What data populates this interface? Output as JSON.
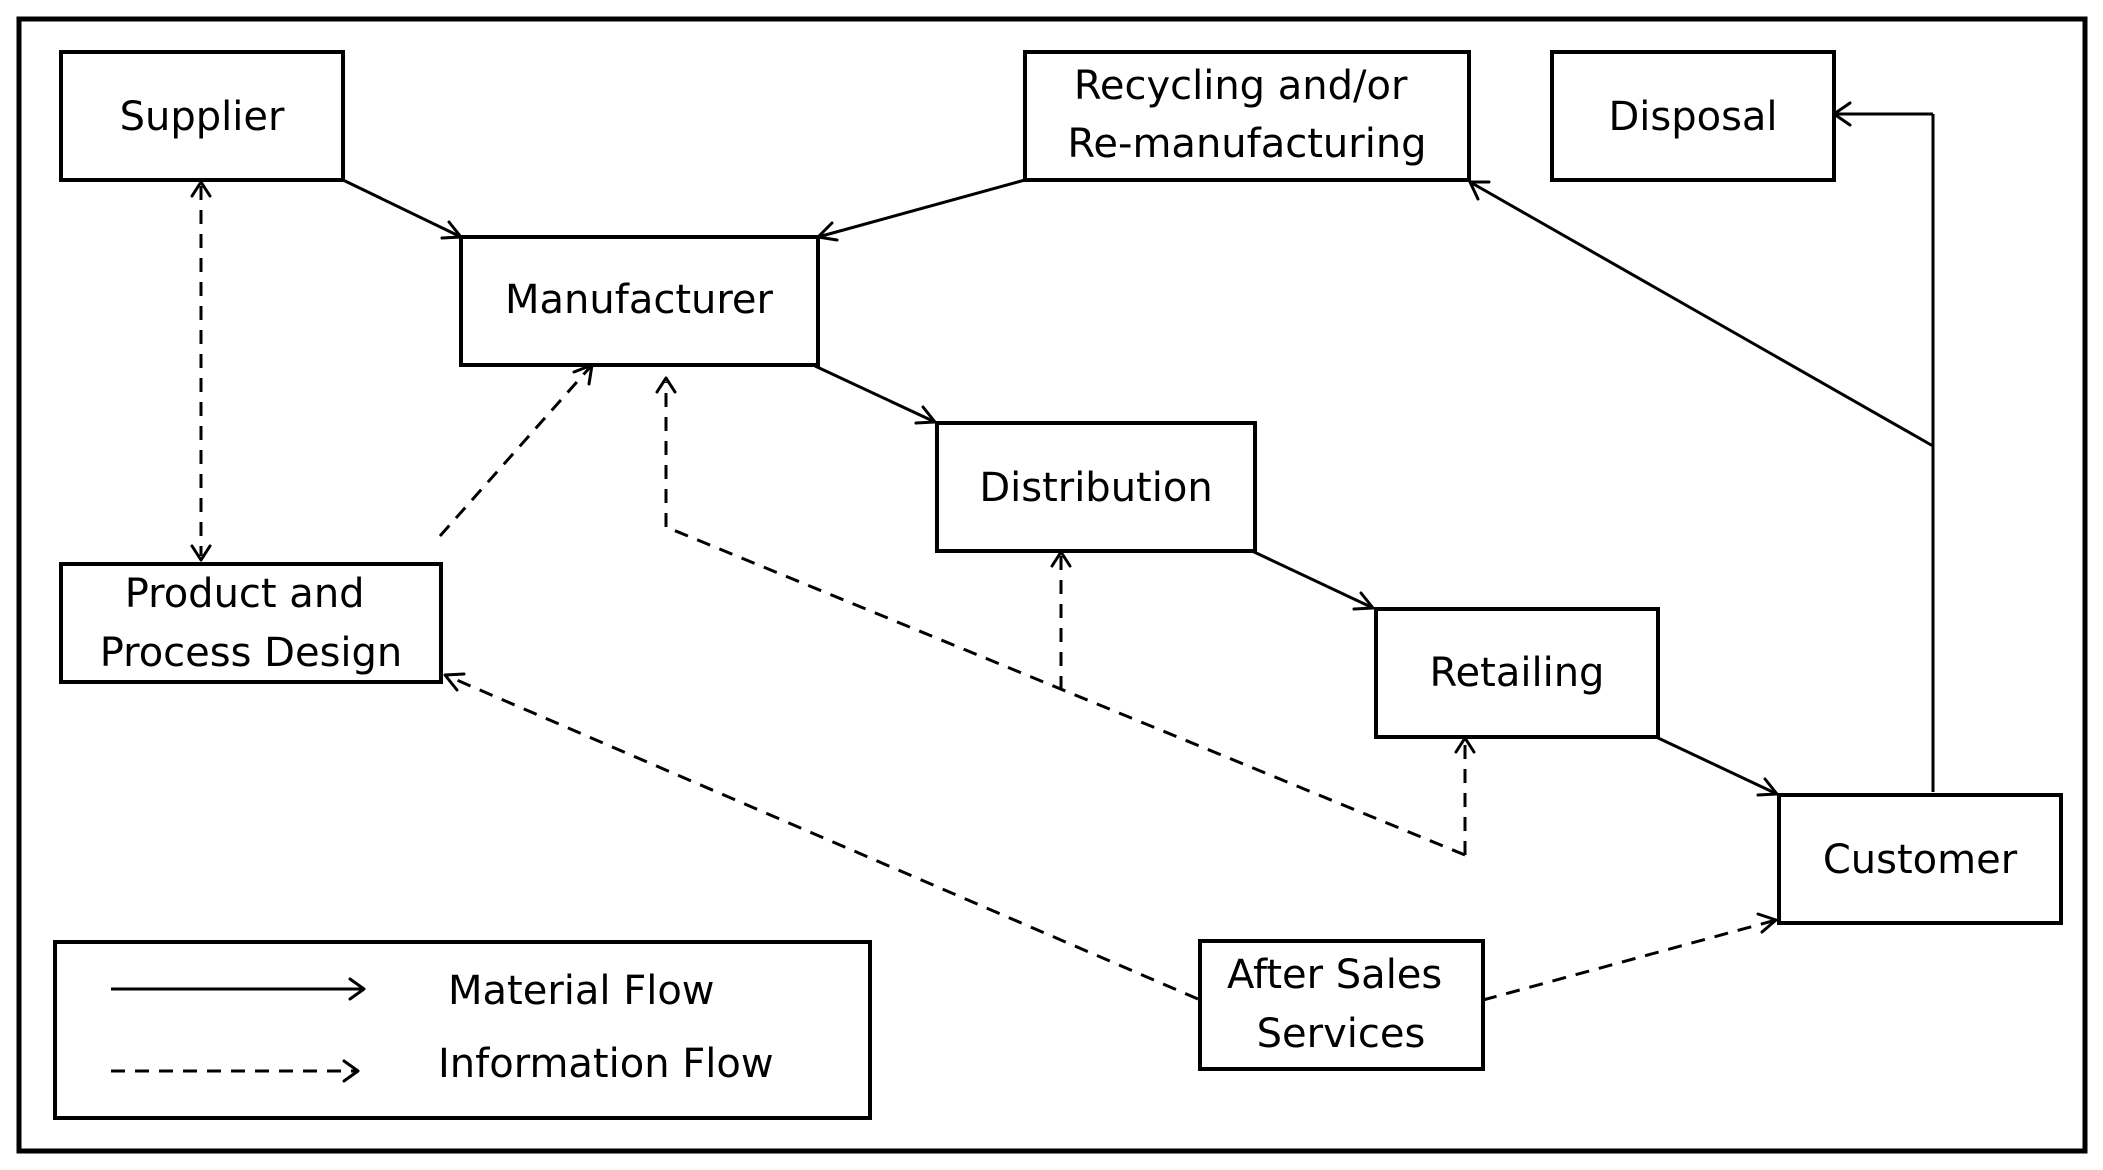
{
  "nodes": {
    "supplier": {
      "lines": [
        "Supplier"
      ]
    },
    "manufacturer": {
      "lines": [
        "Manufacturer"
      ]
    },
    "recycling": {
      "lines": [
        "Recycling and/or",
        "Re-manufacturing"
      ]
    },
    "disposal": {
      "lines": [
        "Disposal"
      ]
    },
    "distribution": {
      "lines": [
        "Distribution"
      ]
    },
    "design": {
      "lines": [
        "Product and",
        "Process Design"
      ]
    },
    "retailing": {
      "lines": [
        "Retailing"
      ]
    },
    "customer": {
      "lines": [
        "Customer"
      ]
    },
    "after_sales": {
      "lines": [
        "After Sales",
        "Services"
      ]
    }
  },
  "legend": {
    "material_label": "Material Flow",
    "information_label": "Information Flow"
  }
}
